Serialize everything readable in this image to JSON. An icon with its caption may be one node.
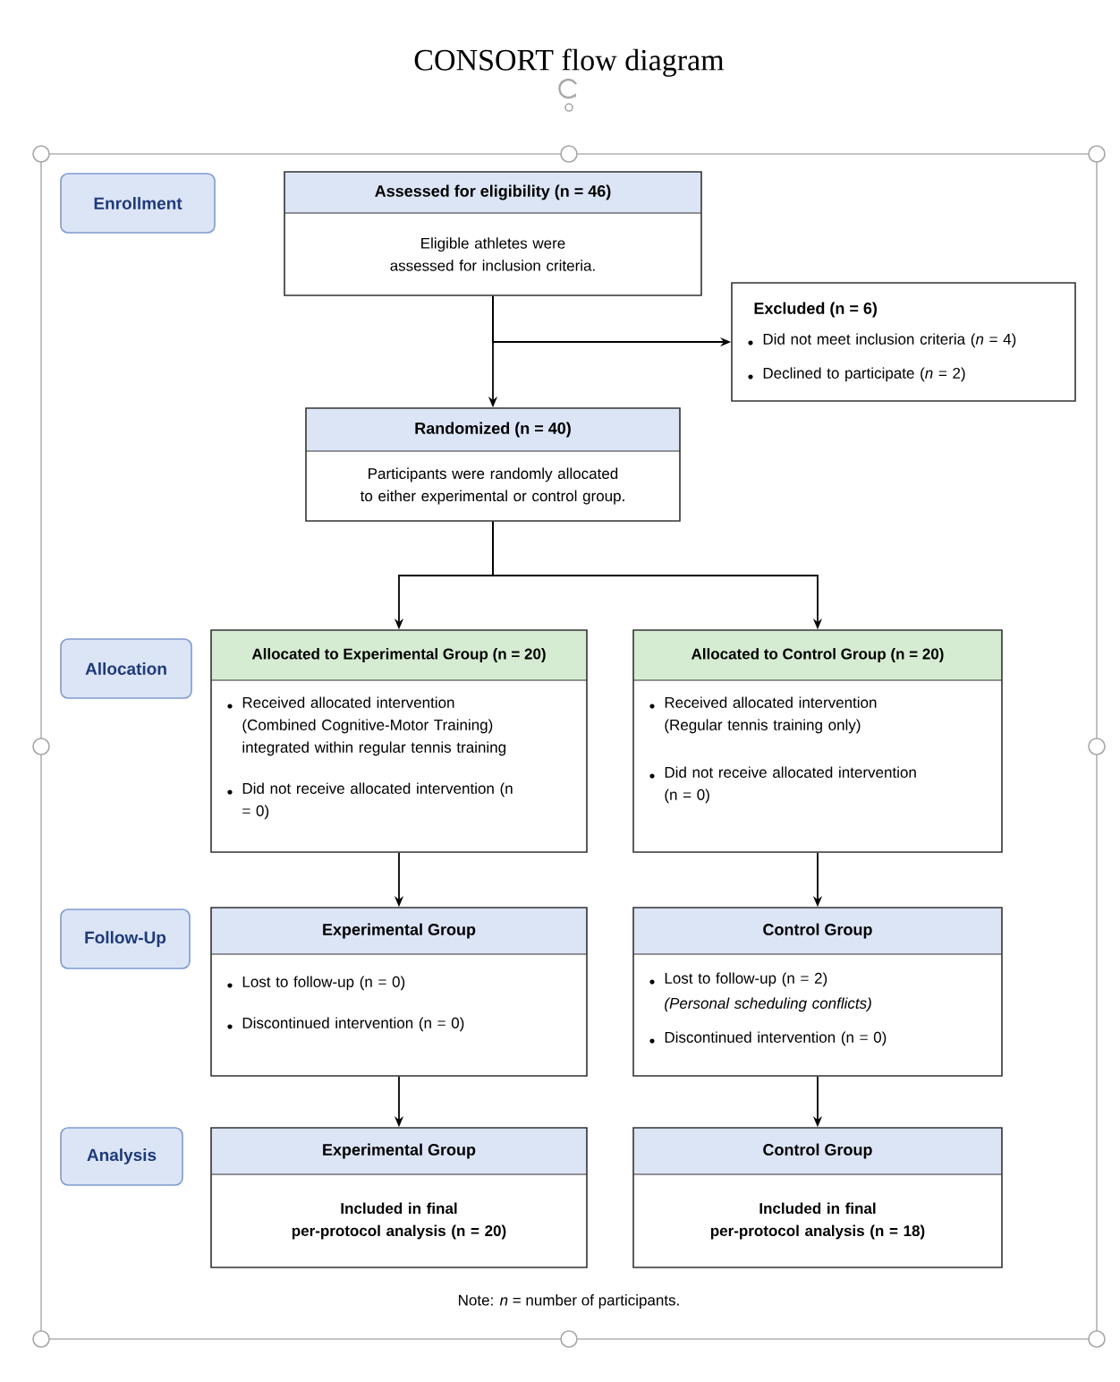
{
  "diagram": {
    "title": "CONSORT flow diagram",
    "nodes": [
      {
        "text": [
          "Enrollment"
        ]
      },
      {
        "text": [
          "Assessed for eligibility (n = 46)",
          "Eligible athletes were assessed for inclusion criteria."
        ]
      },
      {
        "text": [
          "Excluded (n = 6)",
          "Did not meet inclusion criteria (*n* = 4)",
          "Declined to participate (*n* = 2)"
        ]
      },
      {
        "text": [
          "Randomized (n = 40)",
          "Participants were randomly allocated to either experimental or control group."
        ]
      },
      {
        "text": [
          "Allocation"
        ]
      },
      {
        "text": [
          "Allocated to Experimental Group (n = 20)",
          "Received allocated intervention (Combined Cognitive-Motor Training) integrated within regular tennis training",
          "Did not receive allocated intervention (n = 0)"
        ]
      },
      {
        "text": [
          "Allocated to Control Group (n = 20)",
          "Received allocated intervention (Regular tennis training only)",
          "Did not receive allocated intervention (n = 0)"
        ]
      },
      {
        "text": [
          "Follow-Up"
        ]
      },
      {
        "text": [
          "Experimental Group",
          "Lost to follow-up (n = 0)",
          "Discontinued intervention (n = 0)"
        ]
      },
      {
        "text": [
          "Control Group",
          "Lost to follow-up (n = 2)",
          "(Personal scheduling conflicts)",
          "Discontinued intervention (n = 0)"
        ]
      },
      {
        "text": [
          "Analysis"
        ]
      },
      {
        "text": [
          "Experimental Group",
          "Included in final per-protocol analysis (n = 20)"
        ]
      },
      {
        "text": [
          "Control Group",
          "Included in final per-protocol analysis (n = 18)"
        ]
      }
    ],
    "edges": [
      {
        "from": 1,
        "to": 3,
        "arrow": "to"
      },
      {
        "from": 1,
        "to": 2,
        "arrow": "to"
      },
      {
        "from": 3,
        "to": 5,
        "arrow": "to"
      },
      {
        "from": 3,
        "to": 6,
        "arrow": "to"
      },
      {
        "from": 5,
        "to": 8,
        "arrow": "to"
      },
      {
        "from": 6,
        "to": 9,
        "arrow": "to"
      },
      {
        "from": 8,
        "to": 11,
        "arrow": "to"
      },
      {
        "from": 9,
        "to": 12,
        "arrow": "to"
      }
    ],
    "labels": [
      "Note: *n* = number of participants."
    ]
  }
}
